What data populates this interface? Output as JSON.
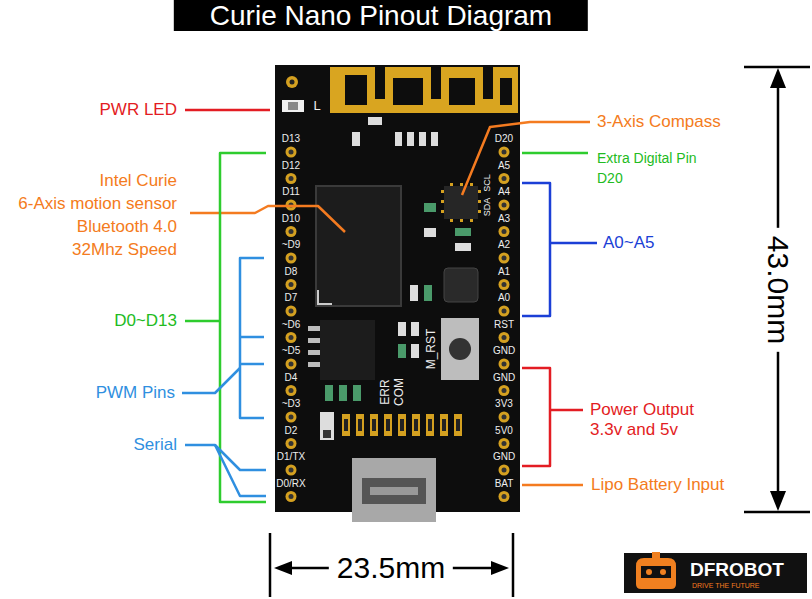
{
  "diagram": {
    "title": "Curie Nano Pinout Diagram",
    "labels": [
      "PWR LED",
      "Intel Curie",
      "6-Axis motion sensor",
      "Bluetooth 4.0",
      "32Mhz Speed",
      "D0~D13",
      "PWM Pins",
      "Serial",
      "3-Axis Compass",
      "Extra Digital Pin",
      "D20",
      "A0~A5",
      "Power Output",
      "3.3v and 5v",
      "Lipo Battery Input",
      "43.0mm",
      "23.5mm",
      "L",
      "D13",
      "D12",
      "D11",
      "D10",
      "~D9",
      "D8",
      "D7",
      "~D6",
      "~D5",
      "D4",
      "~D3",
      "D2",
      "D1/TX",
      "D0/RX",
      "D20",
      "A5",
      "A4",
      "A3",
      "A2",
      "A1",
      "A0",
      "RST",
      "GND",
      "GND",
      "3V3",
      "5V0",
      "GND",
      "BAT",
      "SDA",
      "SCL",
      "M_RST",
      "ERR",
      "COM",
      "DFROBOT",
      "DRIVE THE FUTURE"
    ]
  }
}
